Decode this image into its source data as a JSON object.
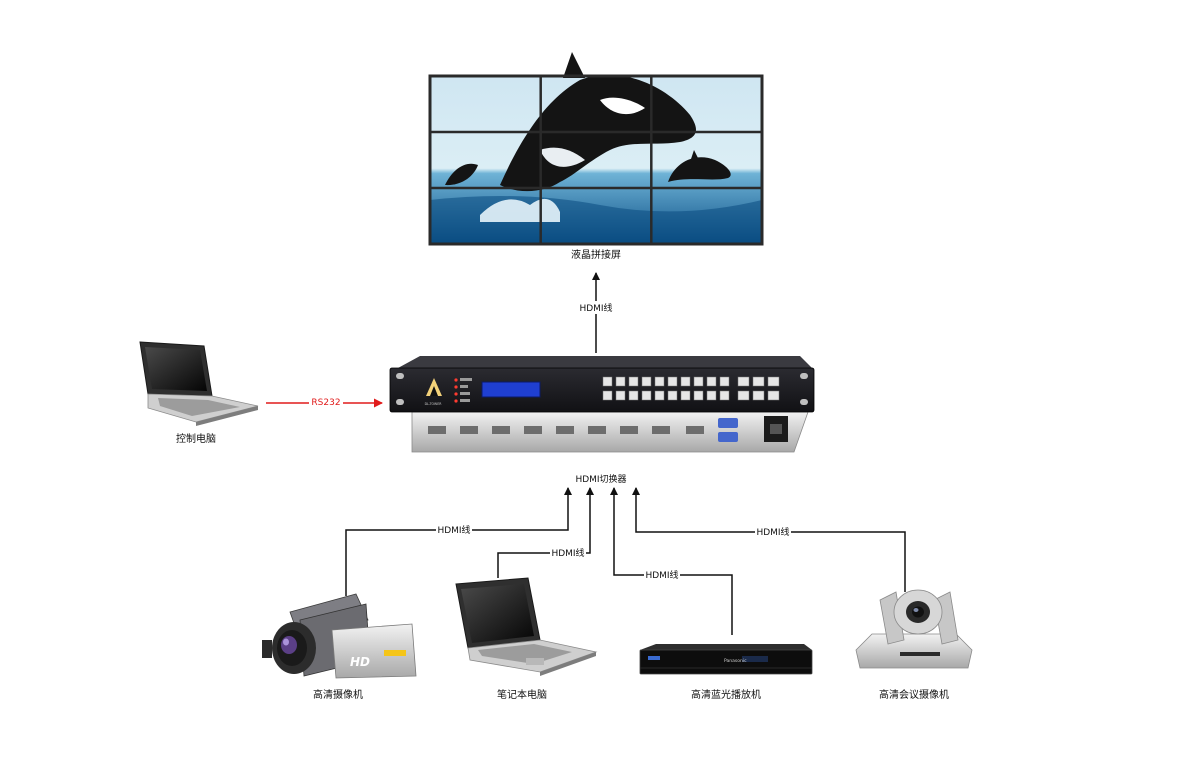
{
  "labels": {
    "video_wall": "液晶拼接屏",
    "control_pc": "控制电脑",
    "switcher": "HDMI切换器",
    "camcorder": "高清摄像机",
    "laptop": "笔记本电脑",
    "bluray": "高清蓝光播放机",
    "conf_camera": "高清会议摄像机"
  },
  "cables": {
    "output": "HDMI线",
    "rs232": "RS232",
    "camcorder": "HDMI线",
    "laptop": "HDMI线",
    "bluray": "HDMI线",
    "conf_camera": "HDMI线"
  },
  "devices": {
    "switcher_brand": "DL-TOWER",
    "camcorder_badge": "HD",
    "bluray_brand": "Panasonic"
  },
  "colors": {
    "hdmi_line": "#111111",
    "rs232_line": "#e11b1b",
    "switcher_body": "#1b1b1f",
    "lcd": "#1f3fd1",
    "wall_bezel": "#2a2a2a"
  },
  "icons": {
    "video_wall": "video-wall-icon",
    "switcher": "hdmi-matrix-switcher-icon",
    "laptop": "laptop-icon",
    "camcorder": "camcorder-icon",
    "bluray": "bluray-player-icon",
    "conf_camera": "ptz-camera-icon"
  }
}
